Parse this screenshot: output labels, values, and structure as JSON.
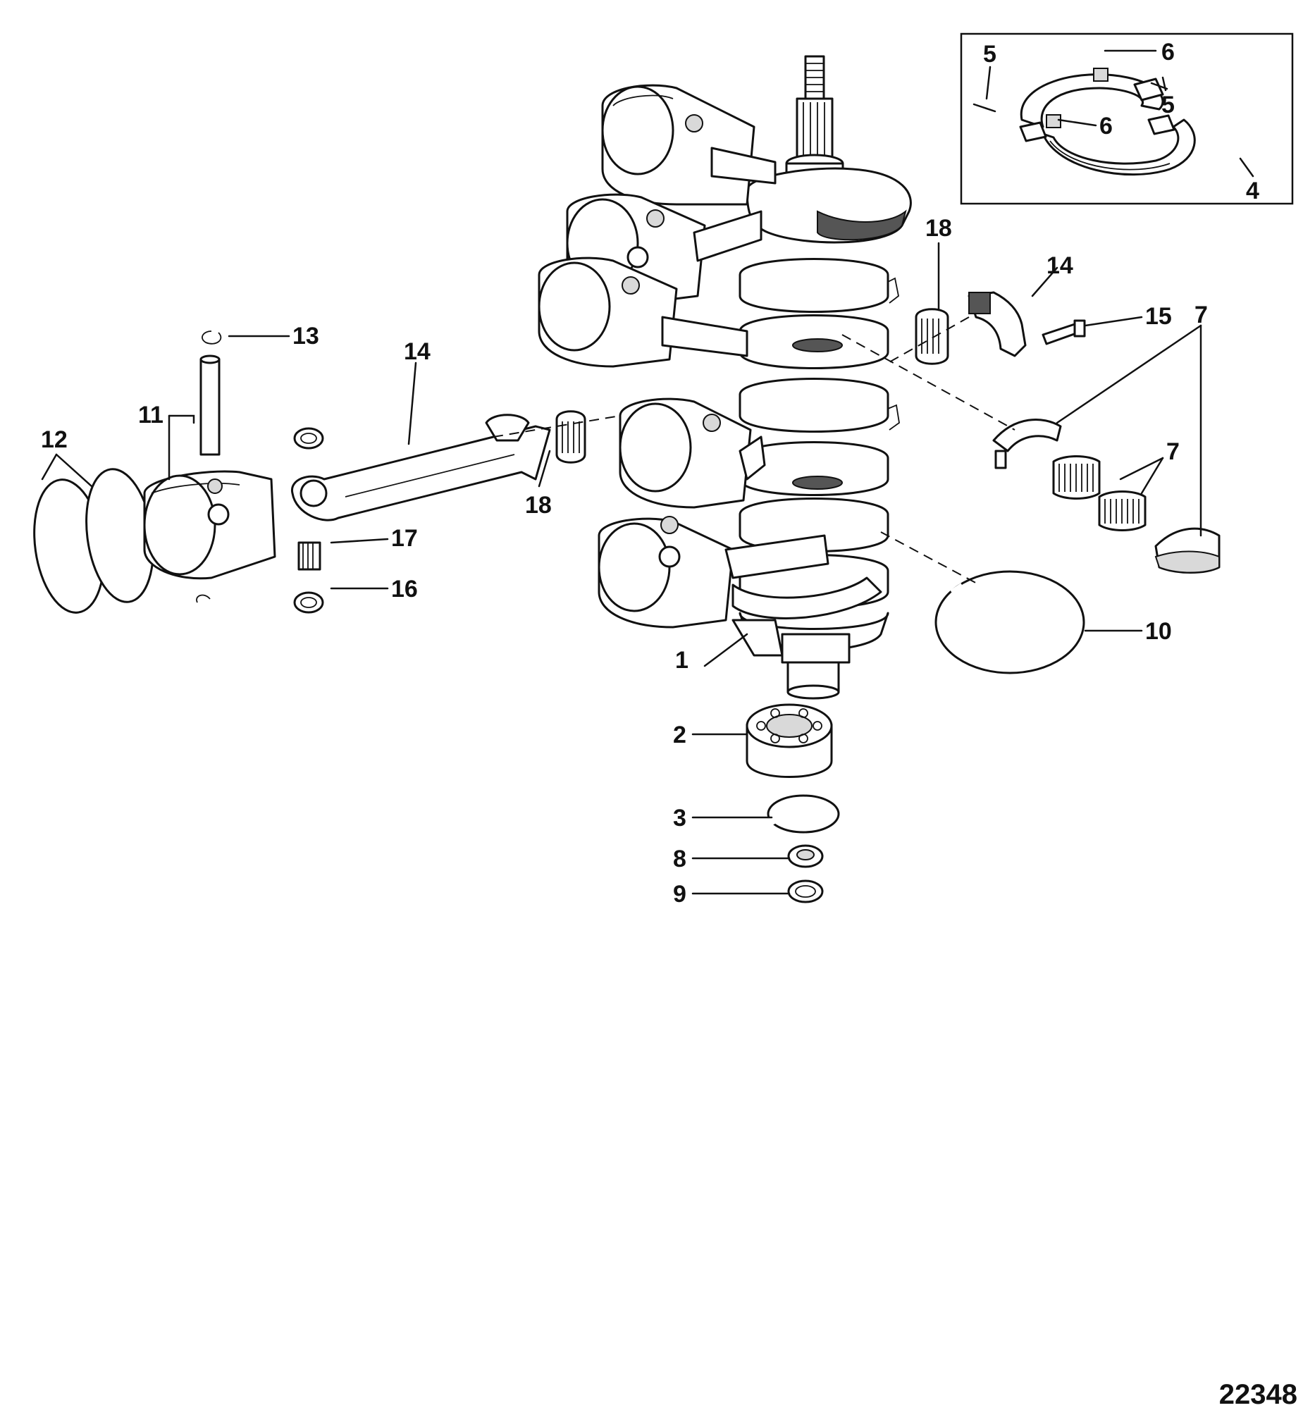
{
  "figure_id": "22348",
  "callouts": [
    "1",
    "2",
    "3",
    "4",
    "5",
    "5",
    "6",
    "6",
    "7",
    "7",
    "8",
    "9",
    "10",
    "11",
    "12",
    "13",
    "14",
    "14",
    "15",
    "16",
    "17",
    "18",
    "18"
  ]
}
